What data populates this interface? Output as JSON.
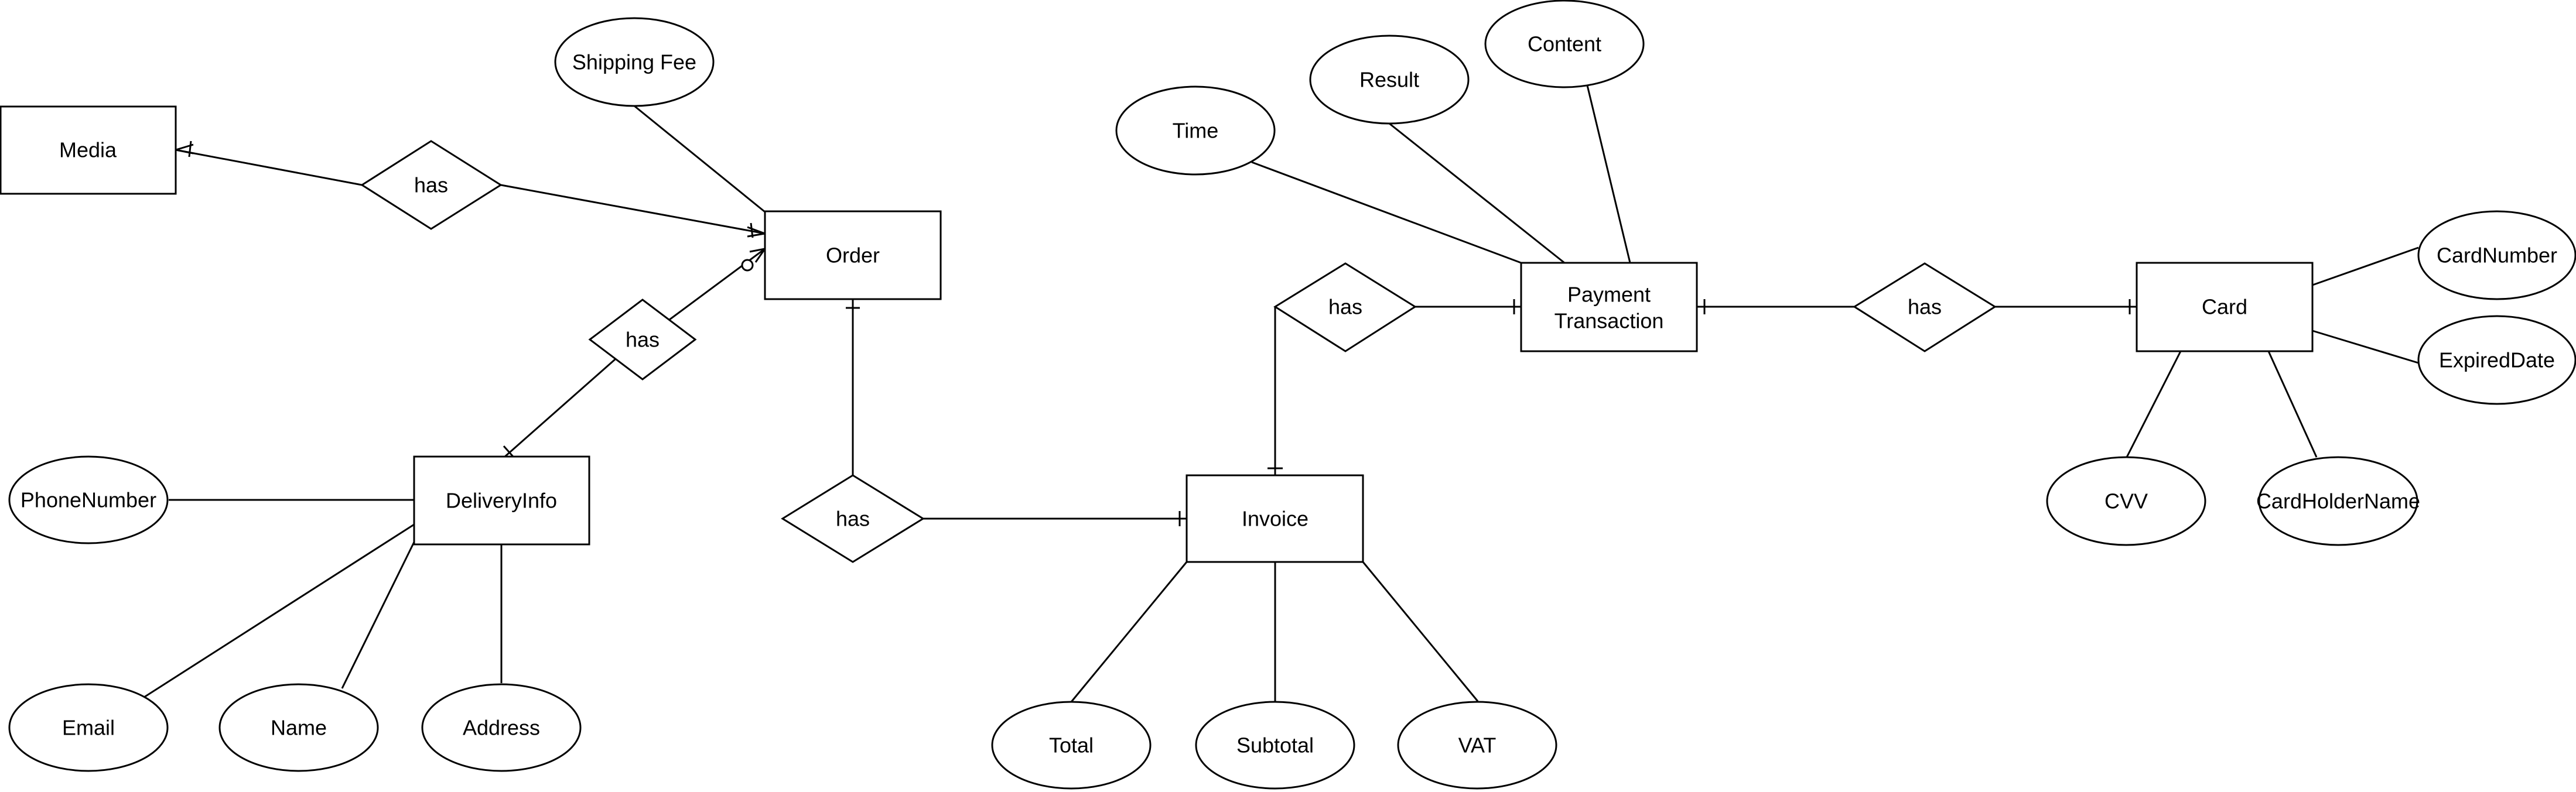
{
  "entities": {
    "media": "Media",
    "order": "Order",
    "delivery_info": "DeliveryInfo",
    "invoice": "Invoice",
    "payment_transaction": [
      "Payment",
      "Transaction"
    ],
    "card": "Card"
  },
  "relationships": {
    "media_order": "has",
    "order_delivery": "has",
    "order_invoice": "has",
    "invoice_payment": "has",
    "payment_card": "has"
  },
  "attributes": {
    "shipping_fee": "Shipping Fee",
    "time": "Time",
    "result": "Result",
    "content": "Content",
    "card_number": "CardNumber",
    "expired_date": "ExpiredDate",
    "cvv": "CVV",
    "card_holder_name": "CardHolderName",
    "phone_number": "PhoneNumber",
    "email": "Email",
    "name": "Name",
    "address": "Address",
    "total": "Total",
    "subtotal": "Subtotal",
    "vat": "VAT"
  }
}
